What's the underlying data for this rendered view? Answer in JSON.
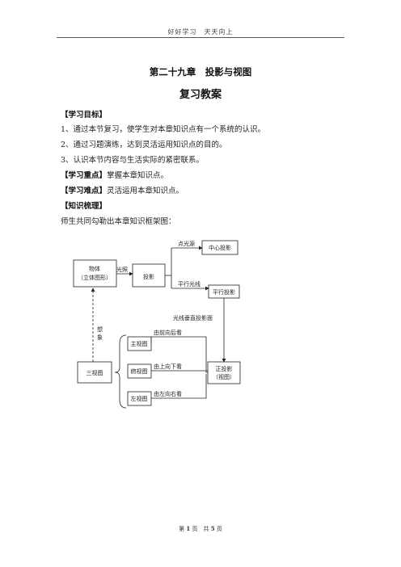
{
  "header": "好好学习　天天向上",
  "title_chapter": "第二十九章　投影与视图",
  "title_sub": "复习教案",
  "sections": {
    "goal_heading": "【学习目标】",
    "goals": [
      "1、通过本节复习，使学生对本章知识点有一个系统的认识。",
      "2、通过习题演练，达到灵活运用知识点的目的。",
      "3、认识本节内容与生活实际的紧密联系。"
    ],
    "key_heading": "【学习重点】",
    "key_text": "掌握本章知识点。",
    "difficulty_heading": "【学习难点】",
    "difficulty_text": "灵活运用本章知识点。",
    "review_heading": "【知识梳理】",
    "review_text": "师生共同勾勒出本章知识框架图："
  },
  "diagram": {
    "object_line1": "物体",
    "object_line2": "（立体图形）",
    "light_label": "光照",
    "projection": "投影",
    "point_light": "点光源",
    "central_projection": "中心投影",
    "parallel_light": "平行光线",
    "parallel_projection": "平行投影",
    "perpendicular_label": "光线垂直投影面",
    "orthographic_line1": "正投影",
    "orthographic_line2": "（视图）",
    "three_views": "三视图",
    "restore_char1": "想",
    "restore_char2": "象",
    "front_view": "主视图",
    "top_view": "俯视图",
    "left_view": "左视图",
    "front_dir": "由前向后看",
    "top_dir": "由上向下看",
    "left_dir": "由左向右看"
  },
  "footer": {
    "prefix": "第",
    "page": "1",
    "mid": "页　共",
    "total": "5",
    "suffix": "页"
  }
}
